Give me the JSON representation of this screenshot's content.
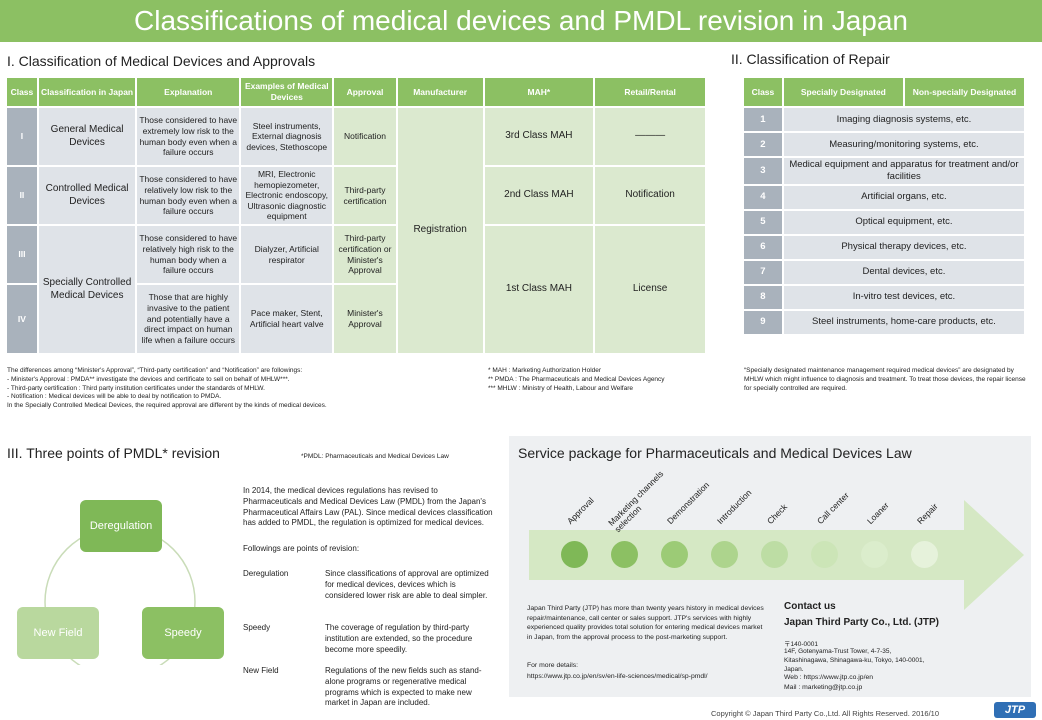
{
  "banner": "Classifications of medical devices and PMDL revision in Japan",
  "sec1": {
    "title": "I. Classification of Medical Devices and Approvals",
    "headers": [
      "Class",
      "Classification in Japan",
      "Explanation",
      "Examples of Medical Devices",
      "Approval",
      "Manufacturer",
      "MAH*",
      "Retail/Rental"
    ],
    "rows": [
      {
        "cls": "I",
        "explanation": "Those considered to have extremely low risk to the human body even when a failure occurs",
        "examples": "Steel instruments, External diagnosis devices, Stethoscope",
        "approval": "Notification"
      },
      {
        "cls": "II",
        "explanation": "Those considered to have relatively low risk to the human body even when a failure occurs",
        "examples": "MRI, Electronic hemopiezometer, Electronic endoscopy, Ultrasonic diagnostic equipment",
        "approval": "Third-party certification"
      },
      {
        "cls": "III",
        "explanation": "Those considered to have relatively high risk to the human body when a failure occurs",
        "examples": "Dialyzer, Artificial respirator",
        "approval": "Third-party certification or Minister's Approval"
      },
      {
        "cls": "IV",
        "explanation": "Those that are highly invasive to the patient and potentially have a direct impact on human life when a failure occurs",
        "examples": "Pace maker, Stent, Artificial heart valve",
        "approval": "Minister's Approval"
      }
    ],
    "class_general": "General Medical Devices",
    "class_controlled": "Controlled Medical Devices",
    "class_specially": "Specially Controlled Medical Devices",
    "manufacturer": "Registration",
    "mah3": "3rd Class MAH",
    "mah2": "2nd Class MAH",
    "mah1": "1st Class MAH",
    "retail1": "———",
    "retail2": "Notification",
    "retail3": "License",
    "notes": [
      "The differences among “Minister's Approval”, “Third-party certification” and “Notification” are followings:",
      "-      Minister's Approval       : PMDA** investigate the devices and certificate to sell on behalf of MHLW***.",
      "-      Third-party certification   : Third party institution certificates under the standards of MHLW.",
      "-      Notification                : Medical devices will be able to deal by notification to PMDA.",
      "In the Specially Controlled Medical Devices, the required approval are different by the kinds of medical devices."
    ],
    "abbr": [
      "*      MAH    :  Marketing Authorization Holder",
      "**    PMDA  : The Pharmaceuticals and Medical Devices Agency",
      "*** MHLW : Ministry of Health, Labour and Welfare"
    ]
  },
  "sec2": {
    "title": "II. Classification of Repair",
    "headers": [
      "Class",
      "Specially Designated",
      "Non-specially Designated"
    ],
    "rows": [
      {
        "n": "1",
        "t": "Imaging diagnosis systems, etc."
      },
      {
        "n": "2",
        "t": "Measuring/monitoring systems, etc."
      },
      {
        "n": "3",
        "t": "Medical equipment and apparatus for treatment and/or facilities"
      },
      {
        "n": "4",
        "t": "Artificial organs, etc."
      },
      {
        "n": "5",
        "t": "Optical equipment, etc."
      },
      {
        "n": "6",
        "t": "Physical therapy devices, etc."
      },
      {
        "n": "7",
        "t": "Dental devices, etc."
      },
      {
        "n": "8",
        "t": "In-vitro test devices, etc."
      },
      {
        "n": "9",
        "t": "Steel instruments, home-care products, etc."
      }
    ],
    "note": "“Specially designated maintenance management required medical devices” are designated by MHLW which might influence to diagnosis and treatment. To treat those devices, the repair license for specially controlled are required."
  },
  "sec3": {
    "title": "III. Three points of PMDL* revision",
    "footnote": "*PMDL: Pharmaceuticals and Medical Devices Law",
    "circle1": "Deregulation",
    "circle2": "Speedy",
    "circle3": "New Field",
    "intro": "In 2014, the medical devices regulations has revised to Pharmaceuticals and Medical Devices Law (PMDL) from the Japan's Pharmaceutical Affairs Law (PAL). Since medical devices classification has added to PMDL, the regulation is optimized for medical devices.",
    "intro2": "Followings are points of revision:",
    "points": [
      {
        "k": "Deregulation",
        "v": "Since classifications of approval are optimized for medical devices, devices which is considered lower risk are able to deal simpler."
      },
      {
        "k": "Speedy",
        "v": "The coverage of regulation by third-party institution are extended, so the procedure become more speedily."
      },
      {
        "k": "New Field",
        "v": "Regulations of the new fields such as stand-alone programs or regenerative medical programs which is expected to make new market in Japan are included."
      }
    ]
  },
  "sec4": {
    "title": "Service package for Pharmaceuticals and Medical Devices Law",
    "steps": [
      "Approval",
      "Marketing channels selection",
      "Demonstration",
      "Introduction",
      "Check",
      "Call center",
      "Loaner",
      "Repair"
    ],
    "desc": "Japan Third Party (JTP) has more than twenty years history in medical devices repair/maintenance, call center or sales support. JTP's services with highly experienced quality provides total solution for entering medical devices market in Japan, from the approval process to the post-marketing support.",
    "more_label": "For more details:",
    "more_url": "https://www.jtp.co.jp/en/sv/en-life-sciences/medical/sp-pmdl/",
    "contact_title": "Contact us",
    "company": "Japan Third Party Co., Ltd. (JTP)",
    "postal": "〒140-0001",
    "address": "14F, Gotenyama-Trust Tower, 4-7-35, Kitashinagawa, Shinagawa-ku, Tokyo, 140-0001, Japan.",
    "web": "Web  :  https://www.jtp.co.jp/en",
    "mail": "Mail  :  marketing@jtp.co.jp"
  },
  "footer": {
    "copyright": "Copyright © Japan Third Party Co.,Ltd. All Rights Reserved.     2016/10",
    "logo": "JTP"
  },
  "colors": {
    "green": "#8cc063",
    "grey": "#a9b2bc"
  }
}
